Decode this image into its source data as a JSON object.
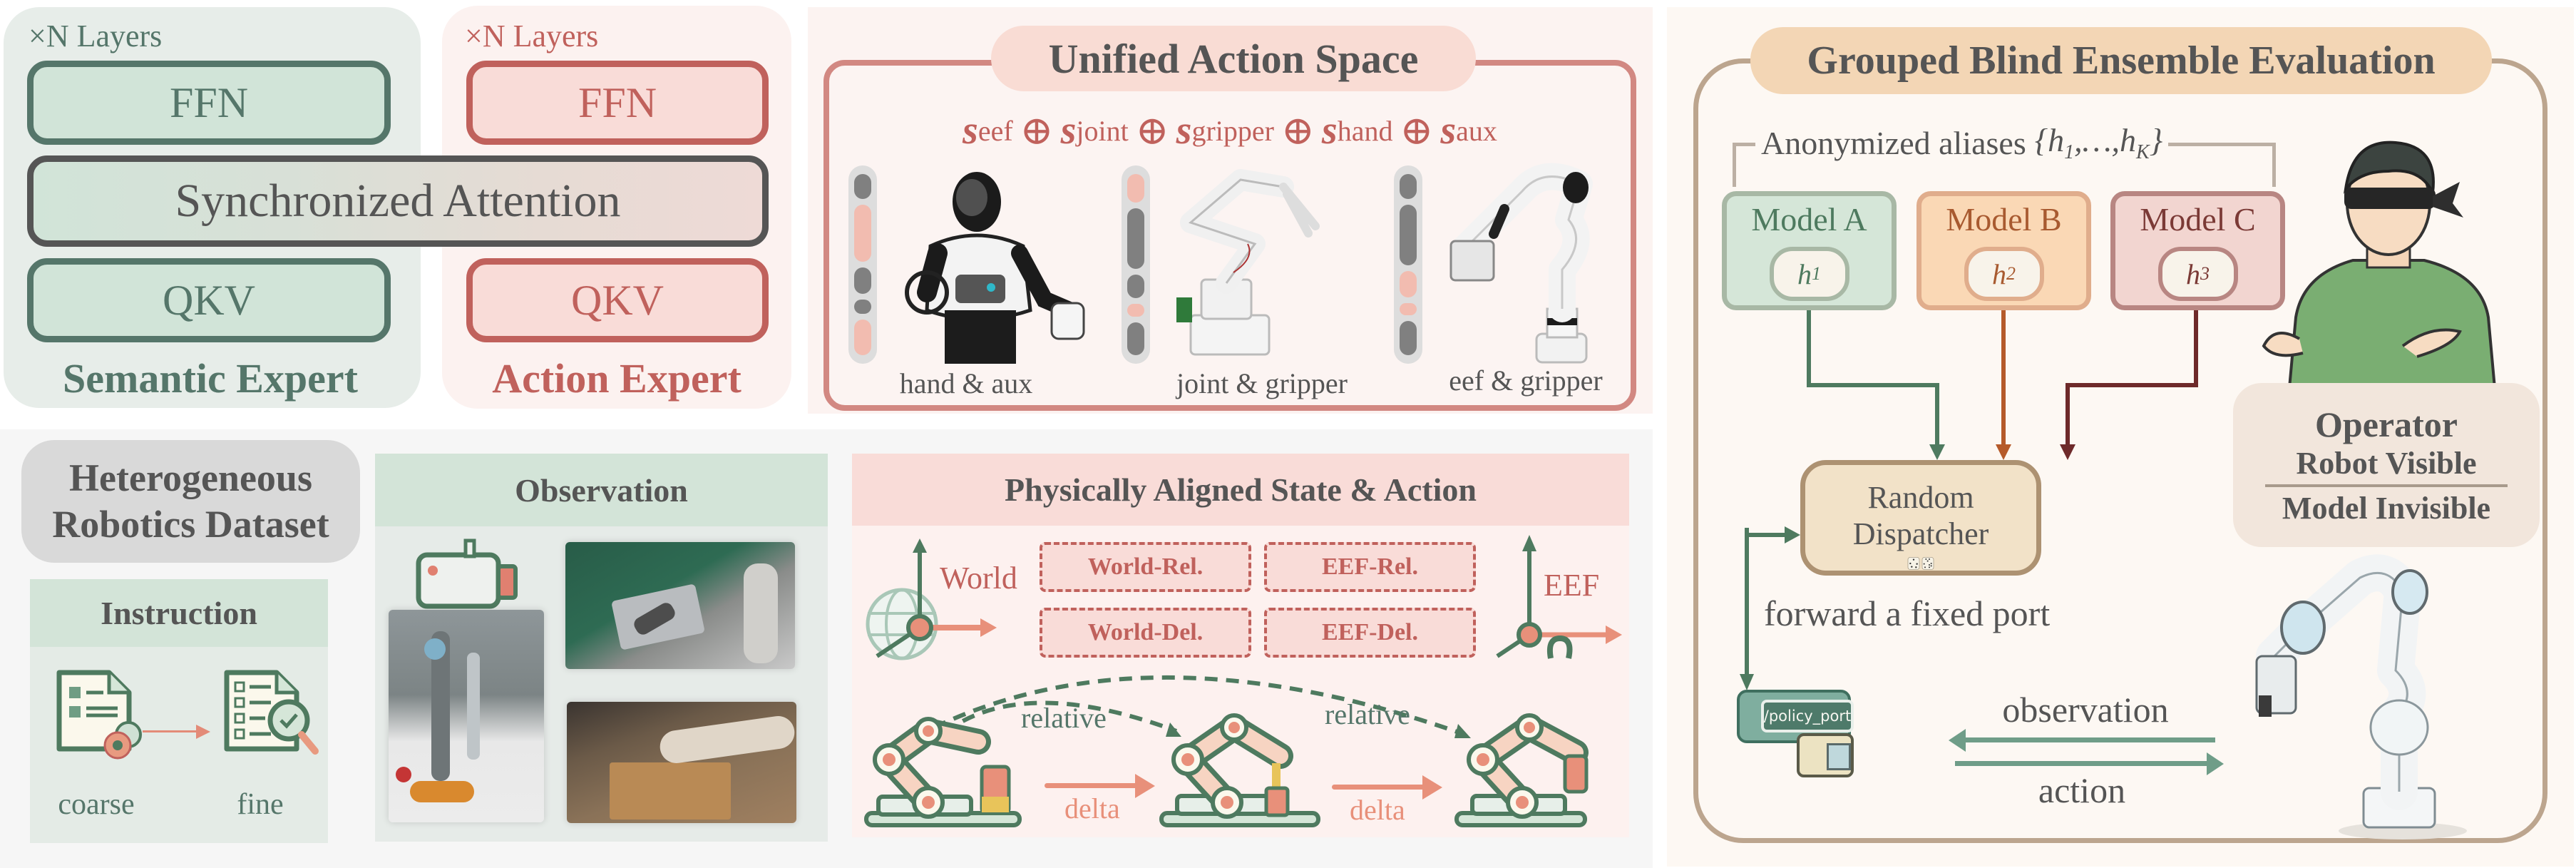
{
  "experts": {
    "semantic": {
      "layers_label": "×N Layers",
      "ffn": "FFN",
      "qkv": "QKV",
      "title": "Semantic Expert",
      "color": "#55766a",
      "fill": "#d1e4d8"
    },
    "action": {
      "layers_label": "×N Layers",
      "ffn": "FFN",
      "qkv": "QKV",
      "title": "Action Expert",
      "color": "#c0615c",
      "fill": "#f9dcd8"
    },
    "shared": "Synchronized Attention"
  },
  "unified_action_space": {
    "title": "Unified Action Space",
    "formula": {
      "terms": [
        "eef",
        "joint",
        "gripper",
        "hand",
        "aux"
      ],
      "symbol": "s",
      "operator": "⊕"
    },
    "robots": [
      {
        "caption": "hand & aux",
        "type": "humanoid",
        "segments": [
          "g",
          "p",
          "g",
          "g",
          "p"
        ]
      },
      {
        "caption": "joint & gripper",
        "type": "desktop-arm",
        "segments": [
          "p",
          "g",
          "g",
          "p",
          "g"
        ]
      },
      {
        "caption": "eef & gripper",
        "type": "franka-arm",
        "segments": [
          "g",
          "g",
          "p",
          "p",
          "g"
        ]
      }
    ]
  },
  "dataset": {
    "title_line1": "Heterogeneous",
    "title_line2": "Robotics Dataset",
    "instruction": {
      "title": "Instruction",
      "from": "coarse",
      "to": "fine"
    },
    "observation": {
      "title": "Observation",
      "icon": "camera-icon",
      "photos": [
        "dexterous-hand-scale",
        "ur-arm-bread",
        "arm-cutting-board"
      ]
    }
  },
  "physically_aligned": {
    "title": "Physically Aligned State & Action",
    "world_label": "World",
    "eef_label": "EEF",
    "boxes": [
      "World-Rel.",
      "EEF-Rel.",
      "World-Del.",
      "EEF-Del."
    ],
    "relative_label_1": "relative",
    "relative_label_2": "relative",
    "delta_label_1": "delta",
    "delta_label_2": "delta"
  },
  "evaluation": {
    "title": "Grouped Blind Ensemble Evaluation",
    "aliases_label": "Anonymized aliases {h₁,…,h_K}",
    "aliases_text": "Anonymized aliases",
    "aliases_set": "{h",
    "models": [
      {
        "name": "Model A",
        "alias": "h",
        "sub": "1",
        "color": "#4e7a5f"
      },
      {
        "name": "Model B",
        "alias": "h",
        "sub": "2",
        "color": "#a85a30"
      },
      {
        "name": "Model C",
        "alias": "h",
        "sub": "3",
        "color": "#7b3a36"
      }
    ],
    "dispatcher": "Random Dispatcher",
    "forward_label": "forward a fixed port",
    "port_label": "/policy_port",
    "observation_label": "observation",
    "action_label": "action",
    "operator": {
      "title": "Operator",
      "line1": "Robot Visible",
      "line2": "Model Invisible"
    }
  }
}
